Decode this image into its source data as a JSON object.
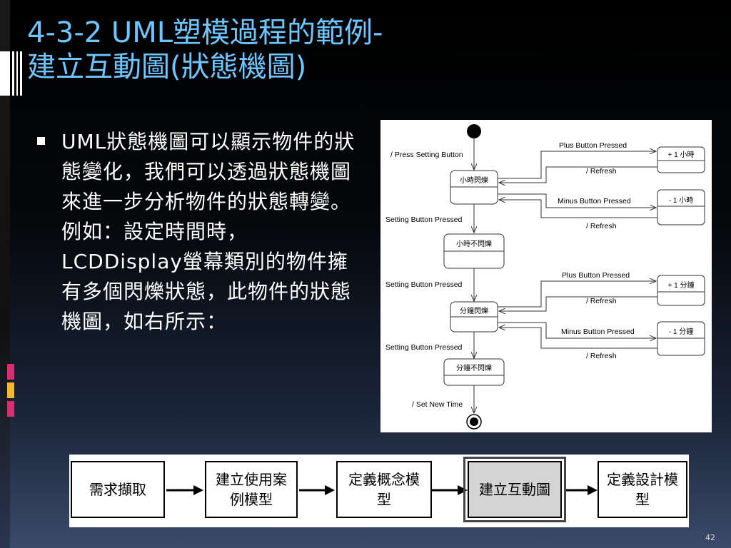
{
  "title": {
    "line1": "4-3-2 UML塑模過程的範例-",
    "line2": "建立互動圖(狀態機圖)"
  },
  "bullet": {
    "text": "UML狀態機圖可以顯示物件的狀態變化，我們可以透過狀態機圖來進一步分析物件的狀態轉變。例如：設定時間時，LCDDisplay螢幕類別的物件擁有多個閃爍狀態，此物件的狀態機圖，如右所示："
  },
  "state_diagram": {
    "states": {
      "hour_blink": "小時閃爍",
      "hour_steady": "小時不閃爍",
      "minute_blink": "分鐘閃爍",
      "minute_steady": "分鐘不閃爍",
      "plus_hour": "+ 1 小時",
      "minus_hour": "- 1 小時",
      "plus_minute": "+ 1 分鐘",
      "minus_minute": "- 1 分鐘"
    },
    "transitions": {
      "press_setting": "/ Press Setting Button",
      "plus_pressed_1": "Plus Button Pressed",
      "refresh_1": "/ Refresh",
      "minus_pressed_1": "Minus Button Pressed",
      "refresh_2": "/ Refresh",
      "setting_pressed_1": "Setting Button Pressed",
      "plus_pressed_2": "Plus Button Pressed",
      "refresh_3": "/ Refresh",
      "setting_pressed_2": "Setting Button Pressed",
      "minus_pressed_2": "Minus Button Pressed",
      "refresh_4": "/ Refresh",
      "setting_pressed_3": "Setting Button Pressed",
      "set_new_time": "/ Set New Time"
    }
  },
  "process_flow": {
    "steps": [
      {
        "line1": "需求擷取",
        "line2": ""
      },
      {
        "line1": "建立使用案",
        "line2": "例模型"
      },
      {
        "line1": "定義概念模",
        "line2": "型"
      },
      {
        "line1": "建立互動圖",
        "line2": ""
      },
      {
        "line1": "定義設計模",
        "line2": "型"
      }
    ]
  },
  "page_number": "42",
  "colors": {
    "title": "#6ec6ff",
    "body_text": "#ffffff",
    "accent_pink": "#d6306f",
    "accent_yellow": "#f0b830"
  }
}
